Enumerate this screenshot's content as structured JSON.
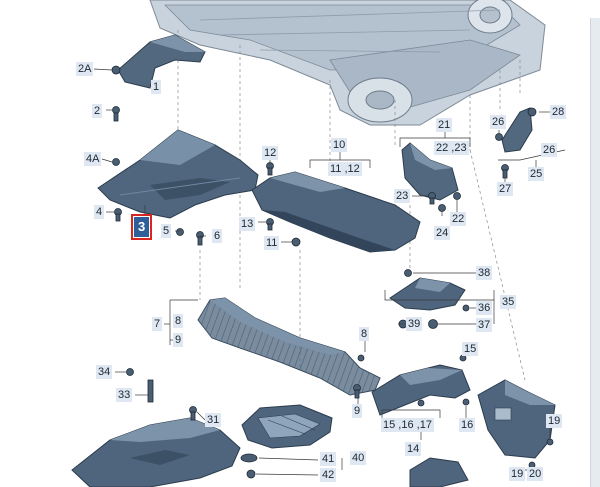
{
  "colors": {
    "part_fill": "#4e657d",
    "part_dark": "#34465a",
    "part_light": "#7d93aa",
    "car_fill": "#c7d2de",
    "leader": "#3a3a3a",
    "dash": "#8a8a8a",
    "label_bg": "#dfe8f2",
    "highlight_border": "#d6261f"
  },
  "labels": {
    "l1": "1",
    "l2": "2",
    "l2a": "2A",
    "l3": "3",
    "l4": "4",
    "l4a": "4A",
    "l5": "5",
    "l6": "6",
    "l7": "7",
    "l8": "8",
    "l9": "9",
    "l10": "10",
    "l11": "11",
    "l11_12": "11 ,12",
    "l12": "12",
    "l13": "13",
    "l14": "14",
    "l15": "15",
    "l15_16_17": "15 ,16 ,17",
    "l16": "16",
    "l19": "19",
    "l19_20": "19",
    "l20": "20",
    "l21": "21",
    "l22": "22",
    "l22_23": "22 ,23",
    "l23": "23",
    "l24": "24",
    "l25": "25",
    "l26": "26",
    "l26b": "26",
    "l27": "27",
    "l28": "28",
    "l31": "31",
    "l33": "33",
    "l34": "34",
    "l35": "35",
    "l36": "36",
    "l37": "37",
    "l38": "38",
    "l39": "39",
    "l40": "40",
    "l41": "41",
    "l42": "42",
    "l8b": "8",
    "l9b": "9"
  },
  "icons": [
    "vehicle-underbody",
    "shield-part",
    "bolt-icon",
    "nut-icon",
    "clip-icon",
    "bracket-part"
  ]
}
